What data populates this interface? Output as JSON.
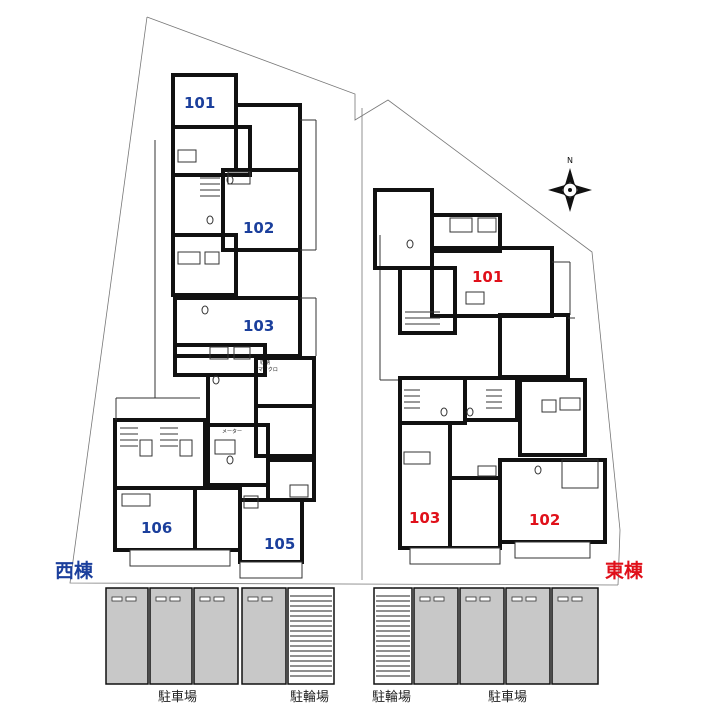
{
  "buildings": {
    "west": {
      "label": "西棟",
      "color": "#1b3f9c"
    },
    "east": {
      "label": "東棟",
      "color": "#e0101a"
    }
  },
  "units": {
    "w101": "101",
    "w102": "102",
    "w103": "103",
    "w105": "105",
    "w106": "106",
    "e101": "101",
    "e102": "102",
    "e103": "103"
  },
  "parking": {
    "west_car_label": "駐車場",
    "west_bike_label": "駐輪場",
    "east_bike_label": "駐輪場",
    "east_car_label": "駐車場"
  },
  "compass": {
    "label": "N"
  },
  "notes": {
    "w103_closet_line1": "収納",
    "w103_closet_line2": "マイクロ",
    "w106_meter": "メーター"
  }
}
